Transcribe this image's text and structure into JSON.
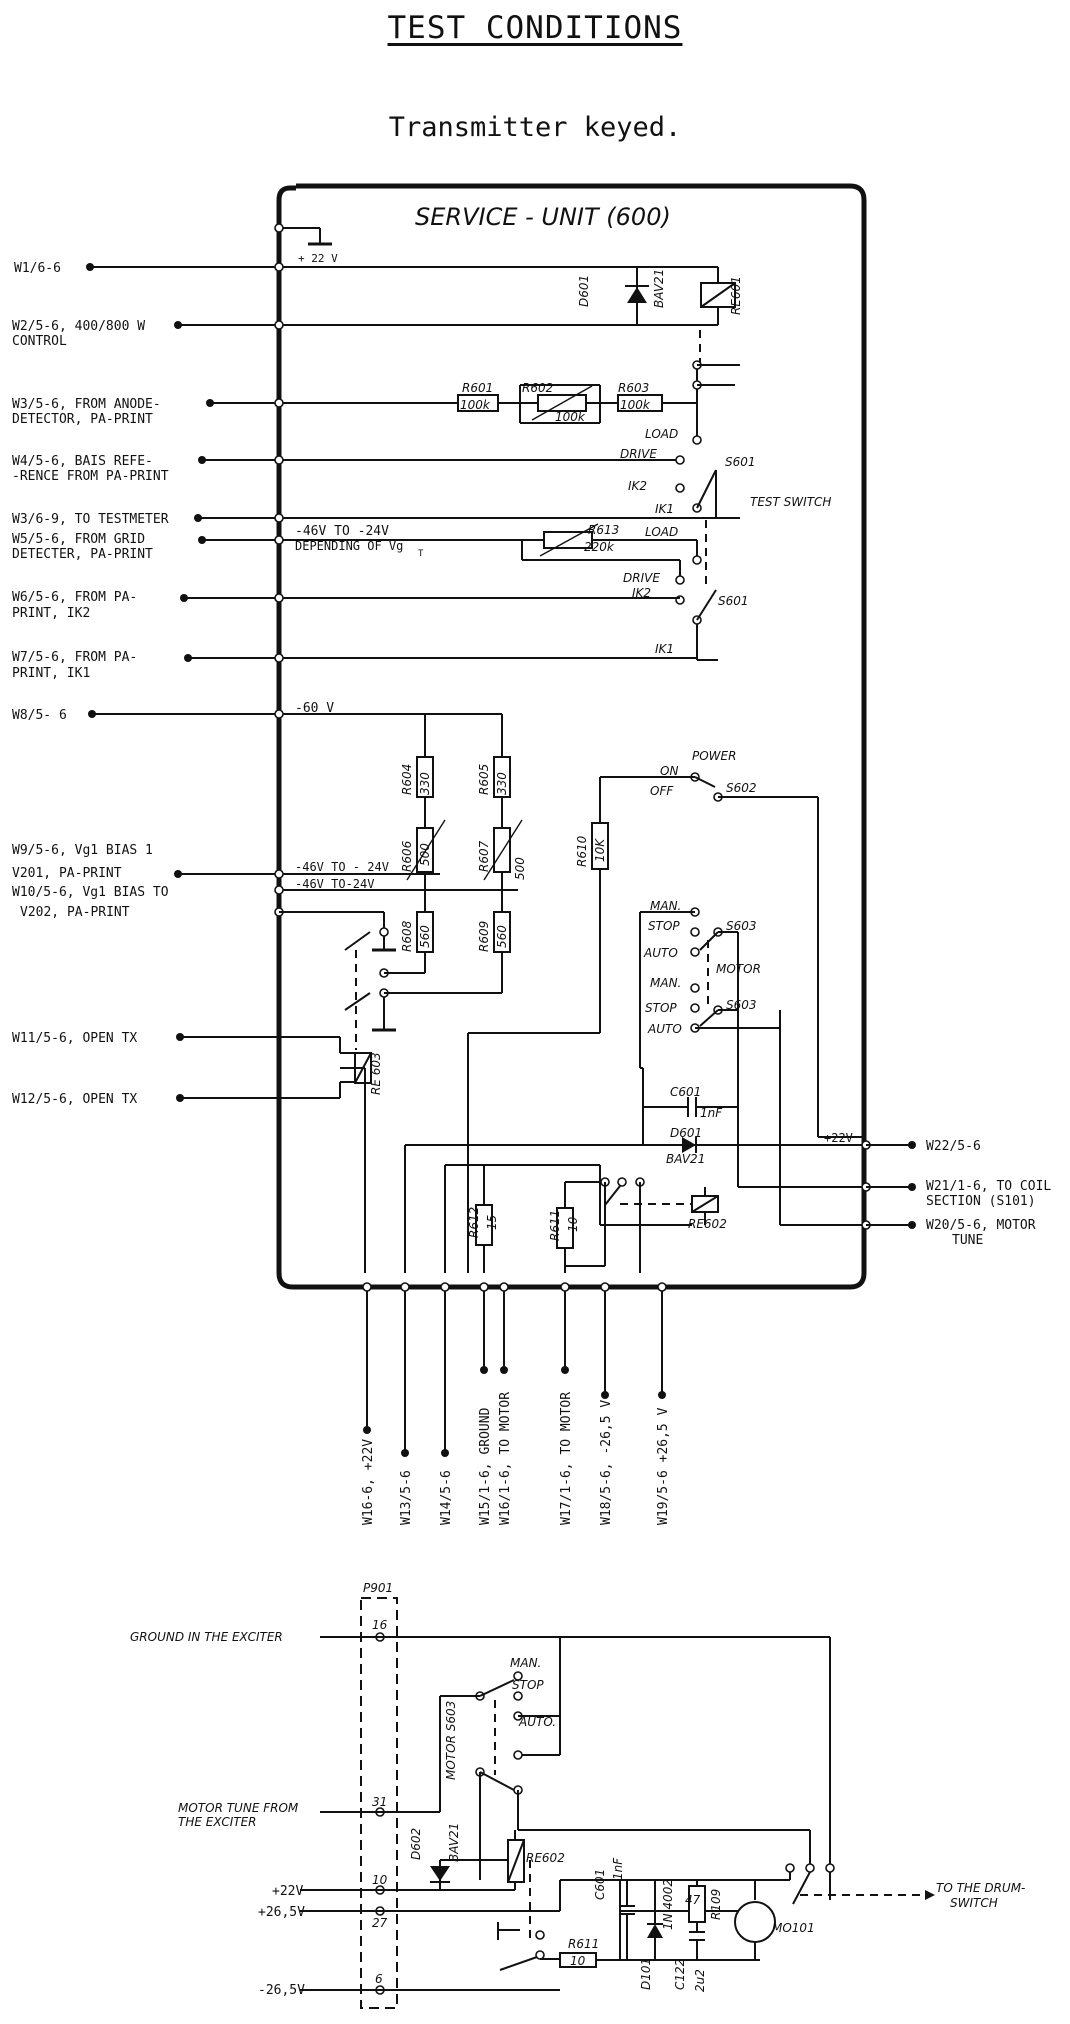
{
  "page": {
    "title": "TEST CONDITIONS",
    "subtitle": "Transmitter keyed."
  },
  "unit": {
    "title": "SERVICE - UNIT (600)"
  },
  "left_terminals": [
    {
      "l1": "W1/6-6",
      "l2": ""
    },
    {
      "l1": "W2/5-6, 400/800 W",
      "l2": "CONTROL"
    },
    {
      "l1": "W3/5-6, FROM ANODE-",
      "l2": "DETECTOR, PA-PRINT"
    },
    {
      "l1": "W4/5-6, BAIS REFE-",
      "l2": "-RENCE FROM PA-PRINT"
    },
    {
      "l1": "W3/6-9, TO TESTMETER",
      "l2": ""
    },
    {
      "l1": "W5/5-6, FROM GRID",
      "l2": "DETECTER, PA-PRINT"
    },
    {
      "l1": "W6/5-6, FROM  PA-",
      "l2": "PRINT, IK2"
    },
    {
      "l1": "W7/5-6, FROM  PA-",
      "l2": "PRINT, IK1"
    },
    {
      "l1": "W8/5- 6",
      "l2": ""
    },
    {
      "l1": "W9/5-6,  Vg1 BIAS 1",
      "l2": "V201, PA-PRINT"
    },
    {
      "l1": "W10/5-6, Vg1 BIAS TO",
      "l2": "V202, PA-PRINT"
    },
    {
      "l1": "W11/5-6, OPEN TX",
      "l2": ""
    },
    {
      "l1": "W12/5-6, OPEN TX",
      "l2": ""
    }
  ],
  "right_terminals": [
    {
      "l1": "W22/5-6",
      "l2": ""
    },
    {
      "l1": "W21/1-6, TO COIL",
      "l2": "SECTION (S101)"
    },
    {
      "l1": "W20/5-6, MOTOR",
      "l2": "TUNE"
    }
  ],
  "bottom_terminals": [
    "W16-6, +22V",
    "W13/5-6",
    "W14/5-6",
    "W15/1-6, GROUND",
    "W16/1-6, TO MOTOR",
    "W17/1-6, TO MOTOR",
    "W18/5-6, -26,5 V",
    "W19/5-6  +26,5 V"
  ],
  "supply_labels": {
    "v22": "+ 22 V",
    "v22b": "+22V",
    "v46a": "-46V TO -24V",
    "v46a_note": "DEPENDING OF Vg",
    "v46a_sub": "T",
    "v60": "-60 V",
    "v46b": "-46V TO - 24V",
    "v46c": "-46V TO-24V"
  },
  "components": {
    "d601": "D601",
    "bav21": "BAV21",
    "re601": "RE601",
    "r601": "R601",
    "r601v": "100k",
    "r602": "R602",
    "r602v": "100k",
    "r603": "R603",
    "r603v": "100k",
    "r613": "R613",
    "r613v": "220k",
    "s601": "S601",
    "test_switch": "TEST SWITCH",
    "load": "LOAD",
    "drive": "DRIVE",
    "ik2": "IK2",
    "ik1": "IK1",
    "r604": "R604",
    "r604v": "330",
    "r605": "R605",
    "r605v": "330",
    "r606": "R606",
    "r606v": "500",
    "r607": "R607",
    "r607v": "500",
    "r608": "R608",
    "r608v": "560",
    "r609": "R609",
    "r609v": "560",
    "r610": "R610",
    "r610v": "10K",
    "power": "POWER",
    "on": "ON",
    "off": "OFF",
    "s602": "S602",
    "man": "MAN.",
    "stop": "STOP",
    "auto": "AUTO",
    "s603": "S603",
    "motor": "MOTOR",
    "c601": "C601",
    "c601v": "1nF",
    "re603": "RE 603",
    "re602": "RE602",
    "r612": "R612",
    "r612v": "15",
    "r611": "R611",
    "r611v": "10"
  },
  "exciter": {
    "p901": "P901",
    "ground": "GROUND IN THE EXCITER",
    "motor_tune_1": "MOTOR TUNE FROM",
    "motor_tune_2": "THE EXCITER",
    "pin16": "16",
    "pin31": "31",
    "pin10": "10",
    "pin27": "27",
    "pin6": "6",
    "p22": "+22V",
    "p265": "+26,5V",
    "n265": "-26,5V",
    "motor_s603": "MOTOR S603",
    "man": "MAN.",
    "stop": "STOP",
    "auto": "AUTO.",
    "d602": "D602",
    "bav21": "BAV21",
    "re602": "RE602",
    "c601": "C601",
    "c601v": "1nF",
    "d101": "D101",
    "d101v": "1N 4002",
    "r109": "R109",
    "r109v": "47",
    "c122": "C122",
    "c122v": "2u2",
    "r611": "R611",
    "r611v": "10",
    "mo101": "MO101",
    "drum_1": "TO THE DRUM-",
    "drum_2": "SWITCH"
  }
}
